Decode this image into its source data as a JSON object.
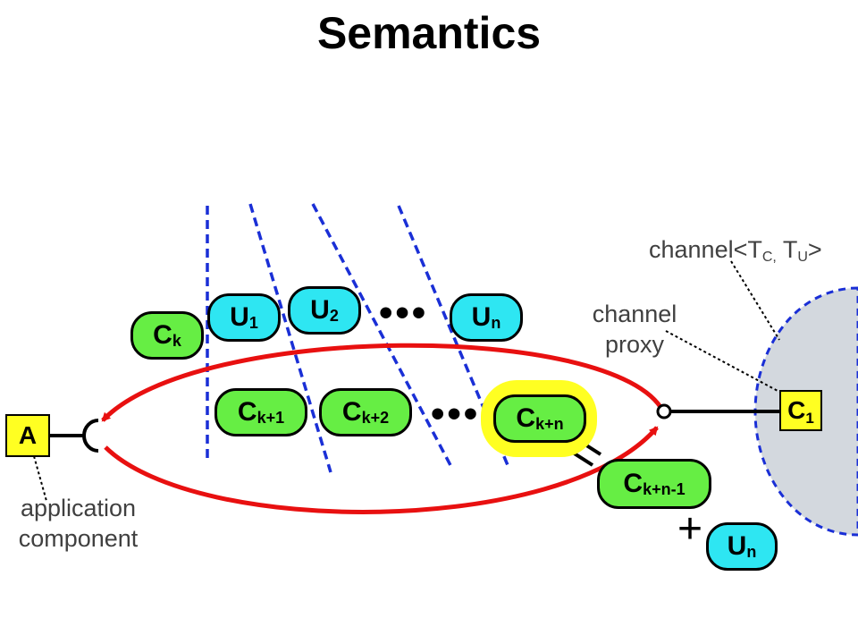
{
  "title": "Semantics",
  "labels": {
    "application_component": [
      "application",
      "component"
    ],
    "channel_proxy": [
      "channel",
      "proxy"
    ],
    "channel_type": {
      "prefix": "channel<T",
      "sub1": "C,",
      "mid": " T",
      "sub2": "U",
      "suffix": ">"
    }
  },
  "boxes": {
    "a": "A",
    "c1": {
      "main": "C",
      "sub": "1"
    }
  },
  "pills": {
    "ck": {
      "main": "C",
      "sub": "k"
    },
    "u1": {
      "main": "U",
      "sub": "1"
    },
    "u2": {
      "main": "U",
      "sub": "2"
    },
    "un_top": {
      "main": "U",
      "sub": "n"
    },
    "ck1": {
      "main": "C",
      "sub": "k+1"
    },
    "ck2": {
      "main": "C",
      "sub": "k+2"
    },
    "ckn": {
      "main": "C",
      "sub": "k+n"
    },
    "ckn1": {
      "main": "C",
      "sub": "k+n-1"
    },
    "un_bottom": {
      "main": "U",
      "sub": "n"
    }
  },
  "glyphs": {
    "ellipsis": "•••",
    "plus": "+"
  },
  "colors": {
    "component_green": "#66ee44",
    "update_cyan": "#2ee6f2",
    "highlight_yellow": "#ffff22",
    "arrow_red": "#e81010",
    "dashed_blue": "#1a2fd6",
    "channel_gray": "#d3d8de"
  }
}
